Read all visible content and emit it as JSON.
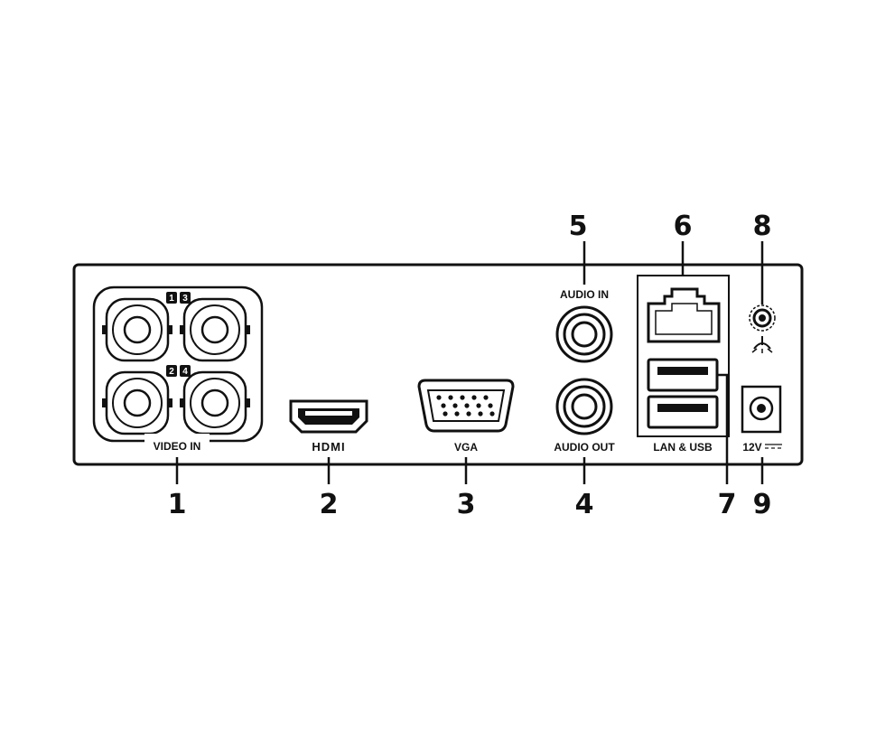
{
  "labels": {
    "video_in": "VIDEO IN",
    "hdmi": "HDMI",
    "vga": "VGA",
    "audio_in": "AUDIO IN",
    "audio_out": "AUDIO OUT",
    "lan_usb": "LAN & USB",
    "power": "12V"
  },
  "channel_badges": [
    "1",
    "3",
    "2",
    "4"
  ],
  "callouts": [
    "1",
    "2",
    "3",
    "4",
    "5",
    "6",
    "7",
    "8",
    "9"
  ],
  "icons": {
    "bnc": "bnc-connector-icon",
    "hdmi": "hdmi-port-icon",
    "vga": "vga-port-icon",
    "rca": "rca-jack-icon",
    "rj45": "ethernet-port-icon",
    "usb": "usb-port-icon",
    "ground": "ground-terminal-icon",
    "dc": "dc-power-jack-icon"
  }
}
